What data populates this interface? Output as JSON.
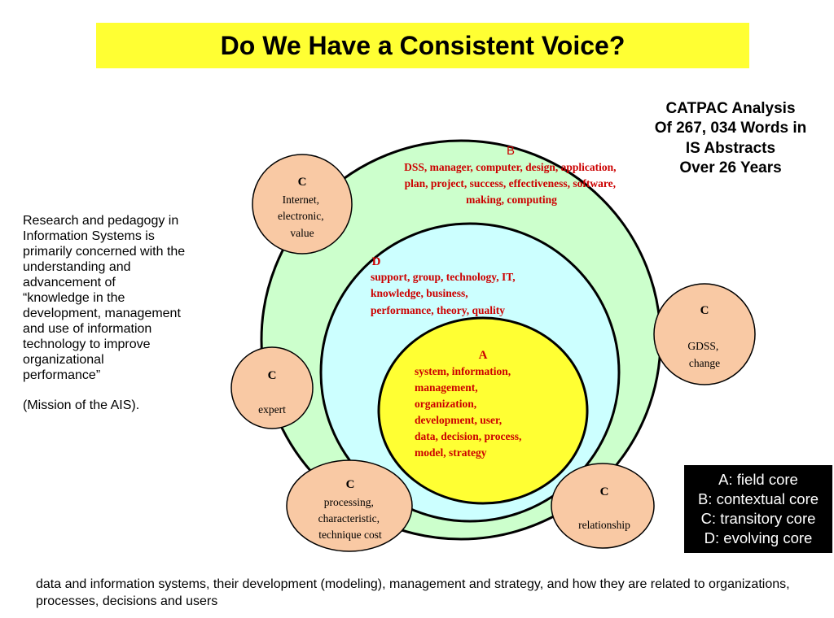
{
  "title": "Do We Have a Consistent Voice?",
  "catpac": [
    "CATPAC Analysis",
    "Of 267, 034 Words in",
    "IS Abstracts",
    "Over 26 Years"
  ],
  "mission": {
    "lines": [
      "Research and pedagogy in",
      "Information Systems is",
      "primarily concerned with the",
      "understanding and",
      "advancement of",
      "“knowledge in the",
      "development, management",
      "and use of information",
      "technology to improve",
      "organizational",
      "performance”"
    ],
    "source": "(Mission of the AIS)."
  },
  "rings": {
    "B": {
      "label": "B",
      "lines": [
        "DSS, manager, computer, design, application,",
        "plan, project, success, effectiveness, software,",
        "making, computing"
      ]
    },
    "D": {
      "label": "D",
      "lines": [
        "support, group, technology, IT,",
        "knowledge, business,",
        "performance, theory, quality"
      ]
    },
    "A": {
      "label": "A",
      "lines": [
        "system, information,",
        "management,",
        "organization,",
        "development, user,",
        "data, decision, process,",
        "model, strategy"
      ]
    }
  },
  "satellites": [
    {
      "label": "C",
      "lines": [
        "Internet,",
        "electronic,",
        "value"
      ]
    },
    {
      "label": "C",
      "lines": [
        "GDSS,",
        "change"
      ]
    },
    {
      "label": "C",
      "lines": [
        "expert"
      ]
    },
    {
      "label": "C",
      "lines": [
        "processing,",
        "characteristic,",
        "technique cost"
      ]
    },
    {
      "label": "C",
      "lines": [
        "relationship"
      ]
    }
  ],
  "legend": [
    "A: field core",
    "B: contextual core",
    "C: transitory core",
    "D: evolving core"
  ],
  "bottom_text": "data and information systems, their development (modeling), management and strategy, and how they are related to organizations, processes, decisions and users",
  "colors": {
    "banner": "#ffff33",
    "outer_ring": "#ccffcc",
    "middle_ring": "#ccffff",
    "core": "#ffff33",
    "satellite": "#f9c9a4",
    "ring_text": "#cc0000"
  }
}
